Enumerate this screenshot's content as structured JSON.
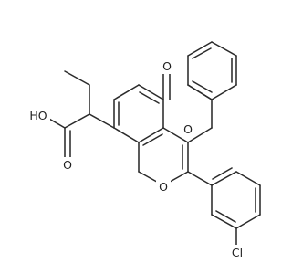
{
  "molecule": {
    "atoms": {
      "carbonyl_oxygen": "O",
      "ether_oxygen": "O",
      "ring_oxygen": "O",
      "chlorine": "Cl",
      "hydroxyl": "HO",
      "acid_oxygen": "O"
    }
  }
}
